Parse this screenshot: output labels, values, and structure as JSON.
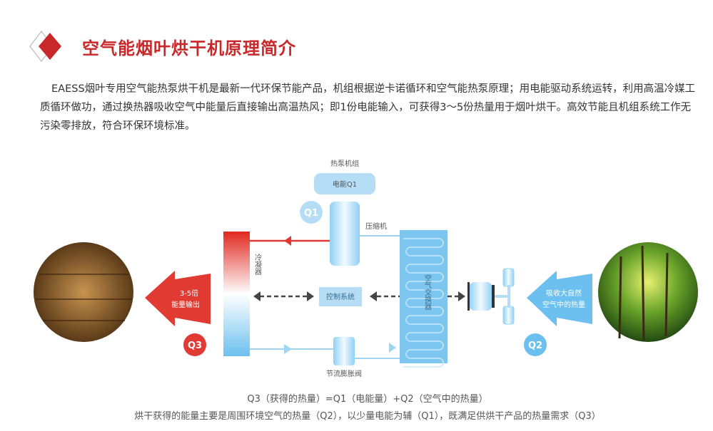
{
  "header": {
    "title": "空气能烟叶烘干机原理简介"
  },
  "intro": "EAESS烟叶专用空气能热泵烘干机是最新一代环保节能产品，机组根据逆卡诺循环和空气能热泵原理；用电能驱动系统运转，利用高温冷媒工质循环做功，通过换热器吸收空气中能量后直接输出高温热风；即1份电能输入，可获得3～5份热量用于烟叶烘干。高效节能且机组系统工作无污染零排放，符合环保环境标准。",
  "diagram": {
    "heat_pump_unit": "热泵机组",
    "electric_q1": "电能Q1",
    "q1": "Q1",
    "q2": "Q2",
    "q3": "Q3",
    "compressor": "压缩机",
    "condenser": "冷凝器",
    "control_system": "控制系统",
    "air_exchanger": "空气交换器",
    "expansion_valve": "节流膨胀阀",
    "output_line1": "3-5倍",
    "output_line2": "能量输出",
    "absorb_line1": "吸收大自然",
    "absorb_line2": "空气中的热量"
  },
  "footer": {
    "formula": "Q3（获得的热量）=Q1（电能量）+Q2（空气中的热量）",
    "summary": "烘干获得的能量主要是周围环境空气的热量（Q2），以少量电能为辅（Q1），既满足供烘干产品的热量需求（Q3）"
  },
  "colors": {
    "red": "#e03a33",
    "blue": "#6cc0ef",
    "title": "#c8282a"
  }
}
